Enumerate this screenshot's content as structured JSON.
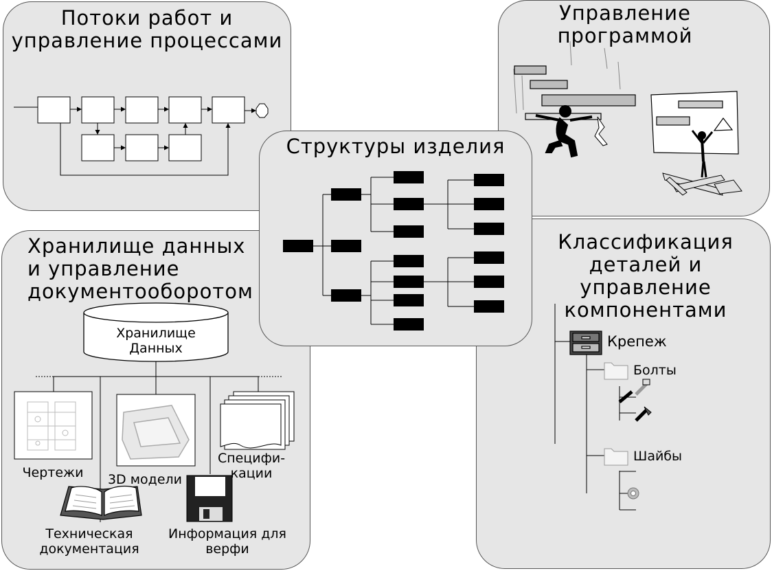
{
  "panels": {
    "workflow": {
      "title": "Потоки работ и\nуправление процессами"
    },
    "program": {
      "title": "Управление\nпрограммой"
    },
    "product_structure": {
      "title": "Структуры изделия"
    },
    "data_vault": {
      "title": "Хранилище данных\nи управление\nдокументооборотом",
      "db_label": "Хранилище\nДанных",
      "items": {
        "drawings": "Чертежи",
        "models": "3D модели",
        "specs": "Специфи-\nкации",
        "tech_docs": "Техническая\nдокументация",
        "shipyard_info": "Информация для\nверфи"
      }
    },
    "classification": {
      "title": "Классификация\nдеталей и\nуправление\nкомпонентами",
      "tree": {
        "root": "Крепеж",
        "bolts": "Болты",
        "washers": "Шайбы"
      }
    }
  },
  "colors": {
    "panel_bg": "#e6e6e6",
    "border": "#555555",
    "block": "#000000"
  }
}
